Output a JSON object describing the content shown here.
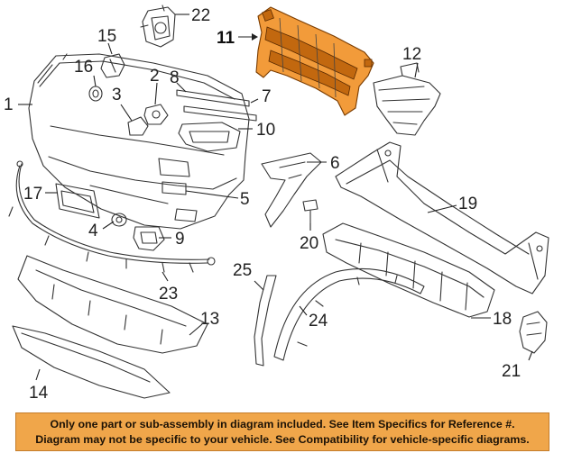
{
  "diagram": {
    "callouts": [
      "1",
      "2",
      "3",
      "4",
      "5",
      "6",
      "7",
      "8",
      "9",
      "10",
      "11",
      "12",
      "13",
      "14",
      "15",
      "16",
      "17",
      "18",
      "19",
      "20",
      "21",
      "22",
      "23",
      "24",
      "25"
    ],
    "highlight_color": "#f29b3a",
    "highlighted_callout": "11"
  },
  "disclaimer": {
    "line1": "Only one part or sub-assembly in diagram included. See Item Specifics for Reference #.",
    "line2": "Diagram may not be specific to your vehicle. See Compatibility for vehicle-specific diagrams.",
    "background": "#f0a64a"
  }
}
